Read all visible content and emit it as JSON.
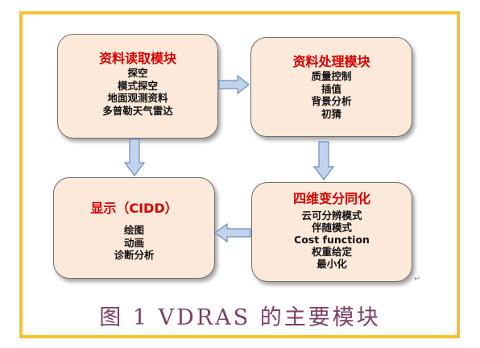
{
  "boxes": {
    "read": {
      "title": "资料读取模块",
      "items": [
        "探空",
        "模式探空",
        "地面观测资料",
        "多普勒天气雷达"
      ]
    },
    "process": {
      "title": "资料处理模块",
      "items": [
        "质量控制",
        "插值",
        "背景分析",
        "初猜"
      ]
    },
    "display": {
      "title": "显示（CIDD）",
      "items": [
        "绘图",
        "动画",
        "诊断分析"
      ]
    },
    "variational": {
      "title": "四维变分同化",
      "items": [
        "云可分辨模式",
        "伴随模式",
        "Cost function",
        "权重给定",
        "最小化"
      ]
    }
  },
  "caption": "图 1 VDRAS 的主要模块",
  "paragraph_mark": "↵",
  "colors": {
    "frame_border": "#f4c232",
    "box_fill": "#fde9d9",
    "box_title": "#d90000",
    "arrow_fill": "#bfd3ec",
    "arrow_stroke": "#6c8ebf",
    "caption": "#7a3f68"
  }
}
